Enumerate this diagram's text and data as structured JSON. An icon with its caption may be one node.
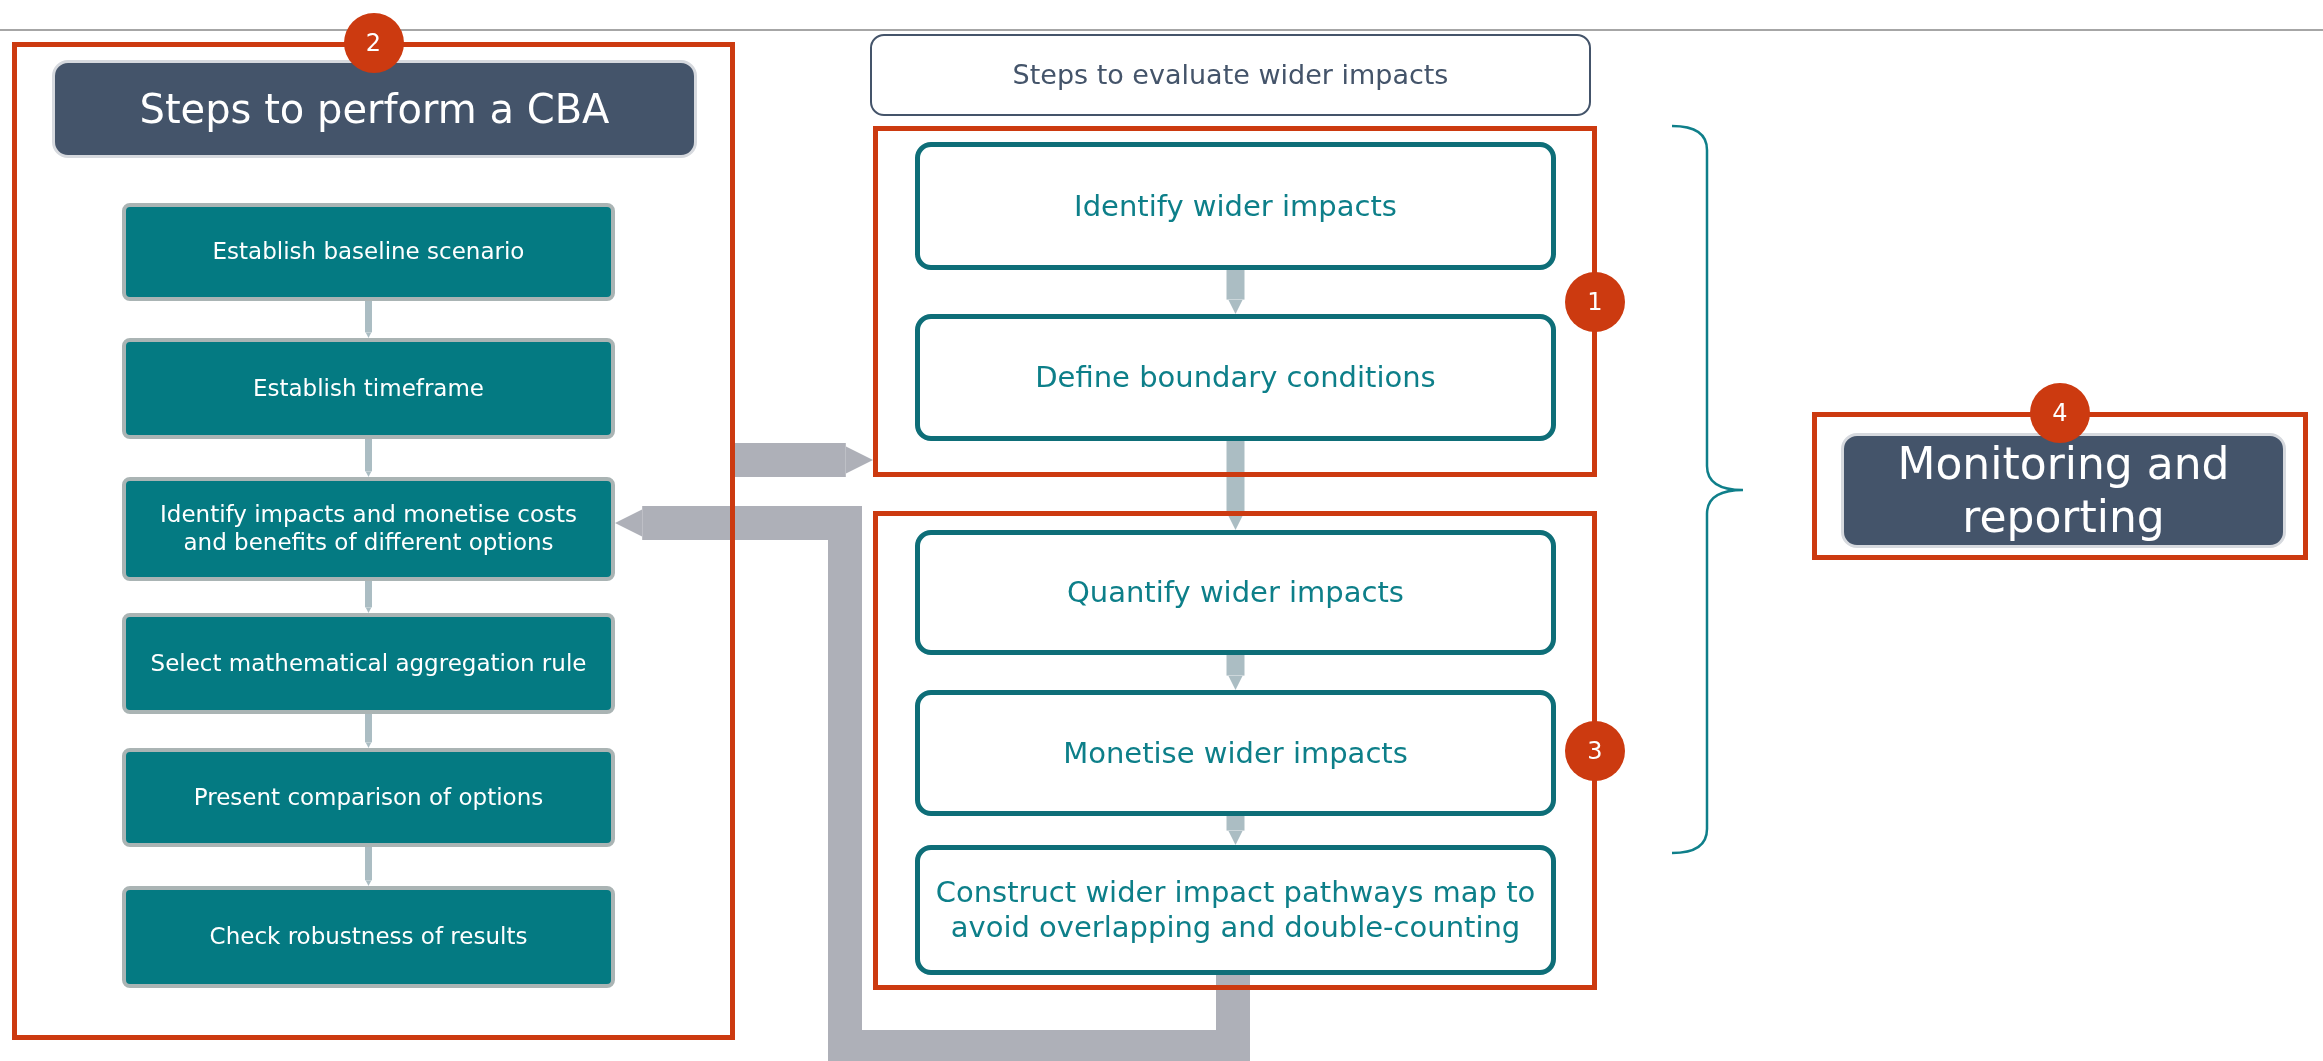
{
  "diagram": {
    "nodes": [
      {
        "text": [
          "2"
        ]
      },
      {
        "text": [
          "Steps to perform a CBA"
        ],
        "in": 0
      },
      {
        "text": [
          "Establish baseline scenario"
        ],
        "in": 0
      },
      {
        "text": [
          "Establish timeframe"
        ],
        "in": 0
      },
      {
        "text": [
          "Identify impacts and monetise costs and benefits of different options"
        ],
        "in": 0
      },
      {
        "text": [
          "Select mathematical aggregation rule"
        ],
        "in": 0
      },
      {
        "text": [
          "Present comparison of options"
        ],
        "in": 0
      },
      {
        "text": [
          "Check robustness of results"
        ],
        "in": 0
      },
      {
        "text": [
          "Steps to evaluate wider impacts"
        ]
      },
      {
        "text": [
          "1"
        ]
      },
      {
        "text": [
          "Identify wider impacts"
        ],
        "in": 9
      },
      {
        "text": [
          "Define boundary conditions"
        ],
        "in": 9
      },
      {
        "text": [
          "3"
        ]
      },
      {
        "text": [
          "Quantify wider impacts"
        ],
        "in": 12
      },
      {
        "text": [
          "Monetise wider impacts"
        ],
        "in": 12
      },
      {
        "text": [
          "Construct wider impact pathways map to avoid overlapping and double-counting"
        ],
        "in": 12
      },
      {
        "text": [
          "4"
        ]
      },
      {
        "text": [
          "Monitoring and reporting"
        ],
        "in": 16
      }
    ],
    "edges": [
      {
        "from": 2,
        "to": 3,
        "arrow": "to"
      },
      {
        "from": 3,
        "to": 4,
        "arrow": "to"
      },
      {
        "from": 4,
        "to": 5,
        "arrow": "to"
      },
      {
        "from": 5,
        "to": 6,
        "arrow": "to"
      },
      {
        "from": 6,
        "to": 7,
        "arrow": "to"
      },
      {
        "from": 10,
        "to": 11,
        "arrow": "to"
      },
      {
        "from": 11,
        "to": 13,
        "arrow": "to"
      },
      {
        "from": 13,
        "to": 14,
        "arrow": "to"
      },
      {
        "from": 14,
        "to": 15,
        "arrow": "to"
      },
      {
        "from": 0,
        "to": 9,
        "arrow": "to",
        "style": "thick",
        "color": "#aeb0b8"
      },
      {
        "from": 15,
        "to": 4,
        "arrow": "to",
        "style": "thick",
        "color": "#aeb0b8"
      }
    ]
  }
}
